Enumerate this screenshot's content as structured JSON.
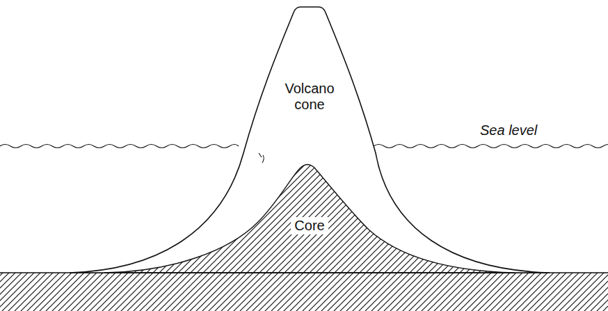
{
  "diagram": {
    "labels": [
      "Volcano cone",
      "Core",
      "Sea level"
    ]
  }
}
